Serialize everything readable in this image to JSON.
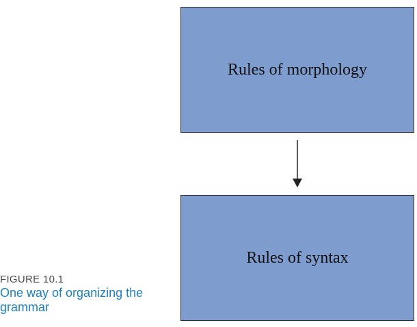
{
  "diagram": {
    "box_top_label": "Rules of morphology",
    "box_bottom_label": "Rules of syntax",
    "box_fill": "#7f9ccf",
    "box_border": "#2b2b2b",
    "arrow_color": "#222222"
  },
  "caption": {
    "label": "FIGURE 10.1",
    "text": "One way of organizing the grammar",
    "text_color": "#1f7fc0"
  }
}
